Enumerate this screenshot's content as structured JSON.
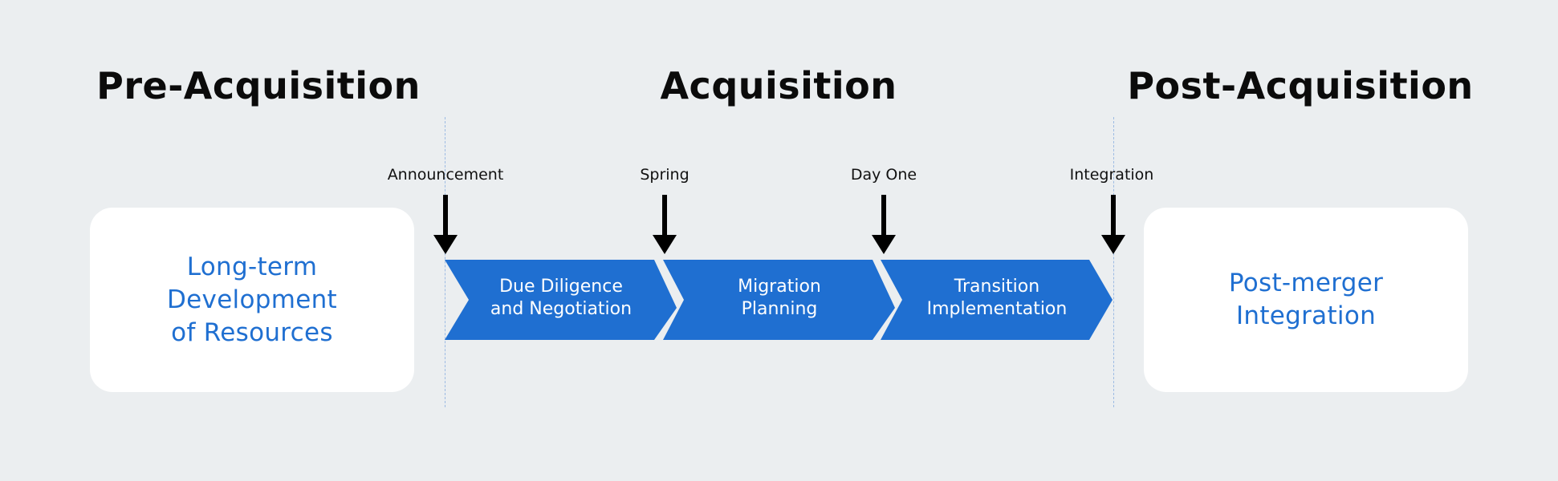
{
  "phases": {
    "pre": "Pre-Acquisition",
    "acquisition": "Acquisition",
    "post": "Post-Acquisition"
  },
  "milestones": [
    "Announcement",
    "Spring",
    "Day One",
    "Integration"
  ],
  "cards": {
    "left": "Long-term\nDevelopment\nof Resources",
    "right": "Post-merger\nIntegration"
  },
  "stages": [
    "Due Diligence\nand Negotiation",
    "Migration\nPlanning",
    "Transition\nImplementation"
  ],
  "colors": {
    "accent": "#1f6fd1",
    "background": "#ebeef0",
    "card": "#ffffff",
    "divider": "#9dbbe3",
    "marker": "#000000"
  }
}
